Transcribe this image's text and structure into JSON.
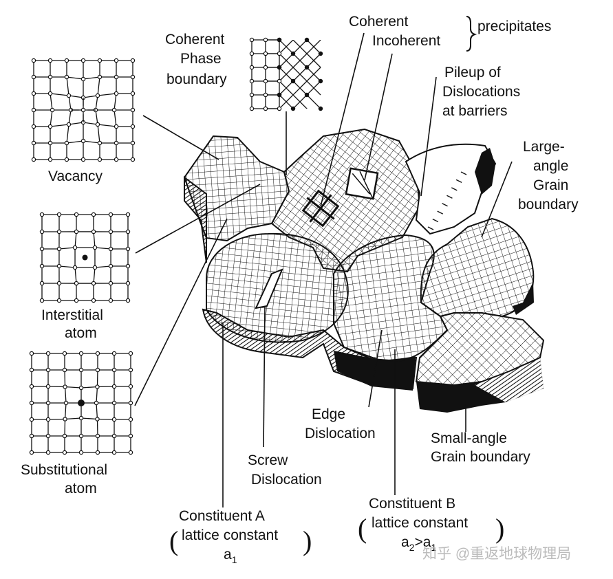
{
  "labels": {
    "coherent_phase_boundary": [
      "Coherent",
      "Phase",
      "boundary"
    ],
    "vacancy": "Vacancy",
    "interstitial": [
      "Interstitial",
      "atom"
    ],
    "substitutional": [
      "Substitutional",
      "atom"
    ],
    "precipitates": {
      "line1": "Coherent",
      "line2": "Incoherent",
      "suffix": "precipitates"
    },
    "pileup": [
      "Pileup of",
      "Dislocations",
      "at barriers"
    ],
    "large_angle": [
      "Large-",
      "angle",
      "Grain",
      "boundary"
    ],
    "small_angle": [
      "Small-angle",
      "Grain boundary"
    ],
    "edge": [
      "Edge",
      "Dislocation"
    ],
    "screw": [
      "Screw",
      "Dislocation"
    ],
    "constituent_a": {
      "name": "Constituent A",
      "detail": "lattice constant",
      "symbol": "a",
      "sub": "1"
    },
    "constituent_b": {
      "name": "Constituent B",
      "detail": "lattice constant",
      "symbol": "a",
      "sub": "2",
      "relation": ">",
      "symbol2": "a",
      "sub2": "1"
    }
  },
  "watermark": "知乎 @重返地球物理局"
}
